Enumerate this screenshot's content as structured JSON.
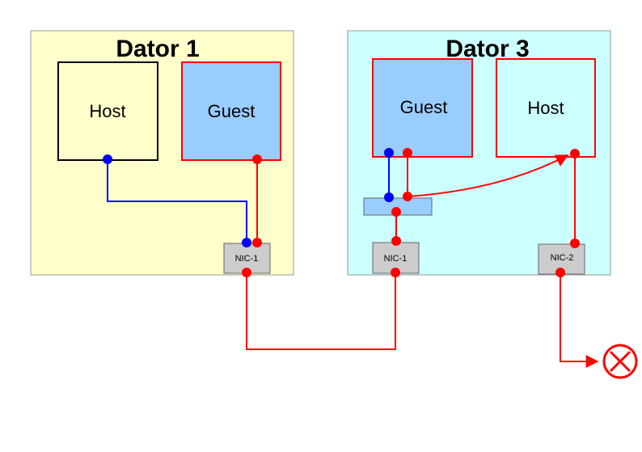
{
  "computers": [
    {
      "title": "Dator 1",
      "host_label": "Host",
      "guest_label": "Guest",
      "nic_label": "NIC-1"
    },
    {
      "title": "Dator 3",
      "guest_label": "Guest",
      "host_label": "Host",
      "nic1_label": "NIC-1",
      "nic2_label": "NIC-2"
    }
  ],
  "colors": {
    "computer1_bg": "#ffffcc",
    "computer3_bg": "#ccffff",
    "guest_fill": "#99ccff",
    "bridge_fill": "#99ccff",
    "nic_fill": "#cccccc",
    "link_red": "#ff0000",
    "link_blue": "#0000ff",
    "host_border_dator1": "#000000",
    "guest_border": "#ff0000"
  },
  "icons": {
    "blocked_endpoint": "circle-x-icon"
  }
}
